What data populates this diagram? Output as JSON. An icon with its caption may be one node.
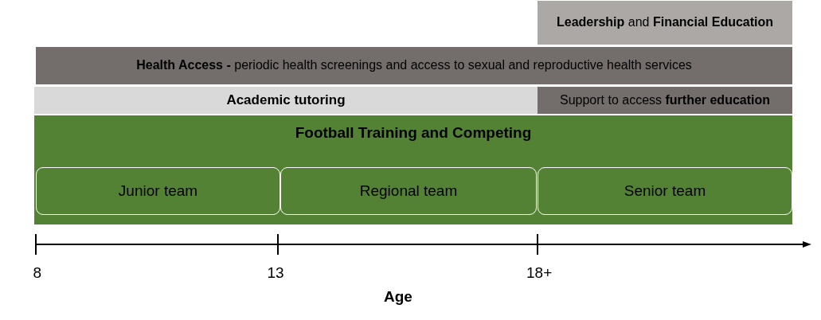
{
  "diagram": {
    "nodes": [
      {
        "text": [
          "**Leadership** and **Financial Education**"
        ]
      },
      {
        "text": [
          "**Health Access -** periodic health screenings and access to sexual and reproductive health services"
        ]
      },
      {
        "text": [
          "Academic tutoring"
        ]
      },
      {
        "text": [
          "Support to access **further education**"
        ]
      },
      {
        "text": [
          "Football Training and Competing"
        ]
      },
      {
        "text": [
          "Junior team"
        ],
        "in": 4
      },
      {
        "text": [
          "Regional team"
        ],
        "in": 4
      },
      {
        "text": [
          "Senior team"
        ],
        "in": 4
      }
    ],
    "edges": [],
    "labels": [
      "8",
      "13",
      "18+",
      "Age"
    ]
  }
}
